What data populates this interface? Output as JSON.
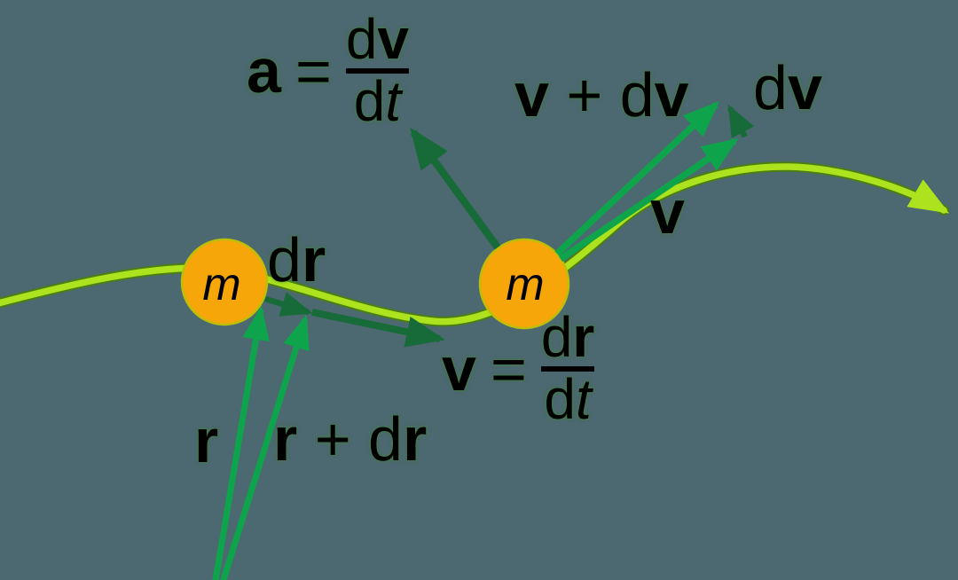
{
  "background_color": "#4C6870",
  "colors": {
    "mass_fill": "#F7A60A",
    "mass_rim": "#BDBE06",
    "path_bright": "#ACE21E",
    "path_halo": "#4A7E14",
    "vector_green": "#0DA44C",
    "vector_dark": "#176B38",
    "text": "#000000"
  },
  "masses": {
    "first": "m",
    "second": "m"
  },
  "formulas": {
    "acceleration": {
      "lhs": "a",
      "eq": "=",
      "num_d": "d",
      "num_vec": "v",
      "den_d": "d",
      "den_var": "t"
    },
    "velocity": {
      "lhs": "v",
      "eq": "=",
      "num_d": "d",
      "num_vec": "r",
      "den_d": "d",
      "den_var": "t"
    }
  },
  "labels": {
    "v_plus_dv": {
      "lead": "v",
      "mid": " + d",
      "tail": "v"
    },
    "dv": {
      "lead": "d",
      "tail": "v"
    },
    "v": "v",
    "dr": {
      "lead": "d",
      "tail": "r"
    },
    "r": "r",
    "r_plus_dr": {
      "lead": "r",
      "mid": " + d",
      "tail": "r"
    }
  }
}
